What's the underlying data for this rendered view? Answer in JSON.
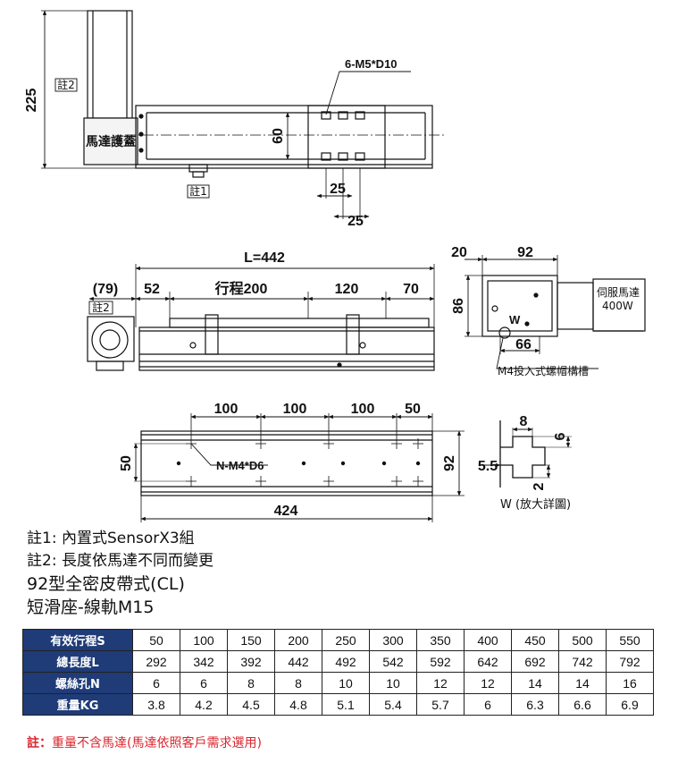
{
  "top_view": {
    "dim_225": "225",
    "note2_tag": "註2",
    "motor_cover": "馬達護蓋",
    "dim_60": "60",
    "hole_callout": "6-M5*D10",
    "note1_tag": "註1",
    "dim_25a": "25",
    "dim_25b": "25"
  },
  "side_view": {
    "dim_L": "L=442",
    "dim_79": "(79)",
    "dim_52": "52",
    "stroke": "行程200",
    "dim_120": "120",
    "dim_70": "70",
    "note2_tag": "註2"
  },
  "end_view": {
    "dim_20": "20",
    "dim_92": "92",
    "dim_86": "86",
    "servo_label": "伺服馬達",
    "servo_power": "400W",
    "w_mark": "W",
    "dim_66": "66",
    "slot_callout": "M4投入式螺帽構槽"
  },
  "bottom_view": {
    "dim_100a": "100",
    "dim_100b": "100",
    "dim_100c": "100",
    "dim_50_top": "50",
    "dim_50_side": "50",
    "hole_callout": "N-M4*D6",
    "dim_92": "92",
    "dim_424": "424"
  },
  "detail_w": {
    "dim_8": "8",
    "dim_6": "6",
    "dim_5_5": "5.5",
    "dim_2": "2",
    "caption": "W (放大詳圖)"
  },
  "notes": {
    "note1": "註1: 內置式SensorX3組",
    "note2": "註2: 長度依馬達不同而變更",
    "title1": "92型全密皮帶式(CL)",
    "title2": "短滑座-線軌M15"
  },
  "spec_table": {
    "rows": [
      {
        "label": "有效行程S",
        "values": [
          "50",
          "100",
          "150",
          "200",
          "250",
          "300",
          "350",
          "400",
          "450",
          "500",
          "550"
        ]
      },
      {
        "label": "總長度L",
        "values": [
          "292",
          "342",
          "392",
          "442",
          "492",
          "542",
          "592",
          "642",
          "692",
          "742",
          "792"
        ]
      },
      {
        "label": "螺絲孔N",
        "values": [
          "6",
          "6",
          "8",
          "8",
          "10",
          "10",
          "12",
          "12",
          "14",
          "14",
          "16"
        ]
      },
      {
        "label": "重量KG",
        "values": [
          "3.8",
          "4.2",
          "4.5",
          "4.8",
          "5.1",
          "5.4",
          "5.7",
          "6",
          "6.3",
          "6.6",
          "6.9"
        ]
      }
    ]
  },
  "footnote": {
    "label": "註：",
    "text": "重量不含馬達(馬達依照客戶需求選用)"
  }
}
